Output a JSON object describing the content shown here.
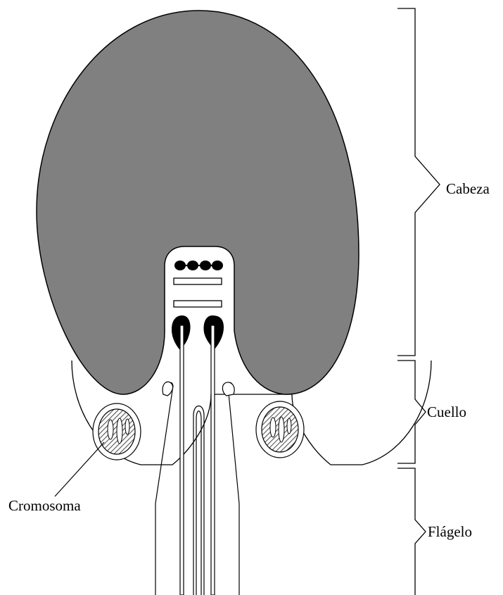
{
  "labels": {
    "cabeza": "Cabeza",
    "cuello": "Cuello",
    "flagelo": "Flágelo",
    "cromosoma": "Cromosoma"
  },
  "colors": {
    "head_fill": "#808080",
    "outline": "#000000",
    "background": "#ffffff"
  }
}
